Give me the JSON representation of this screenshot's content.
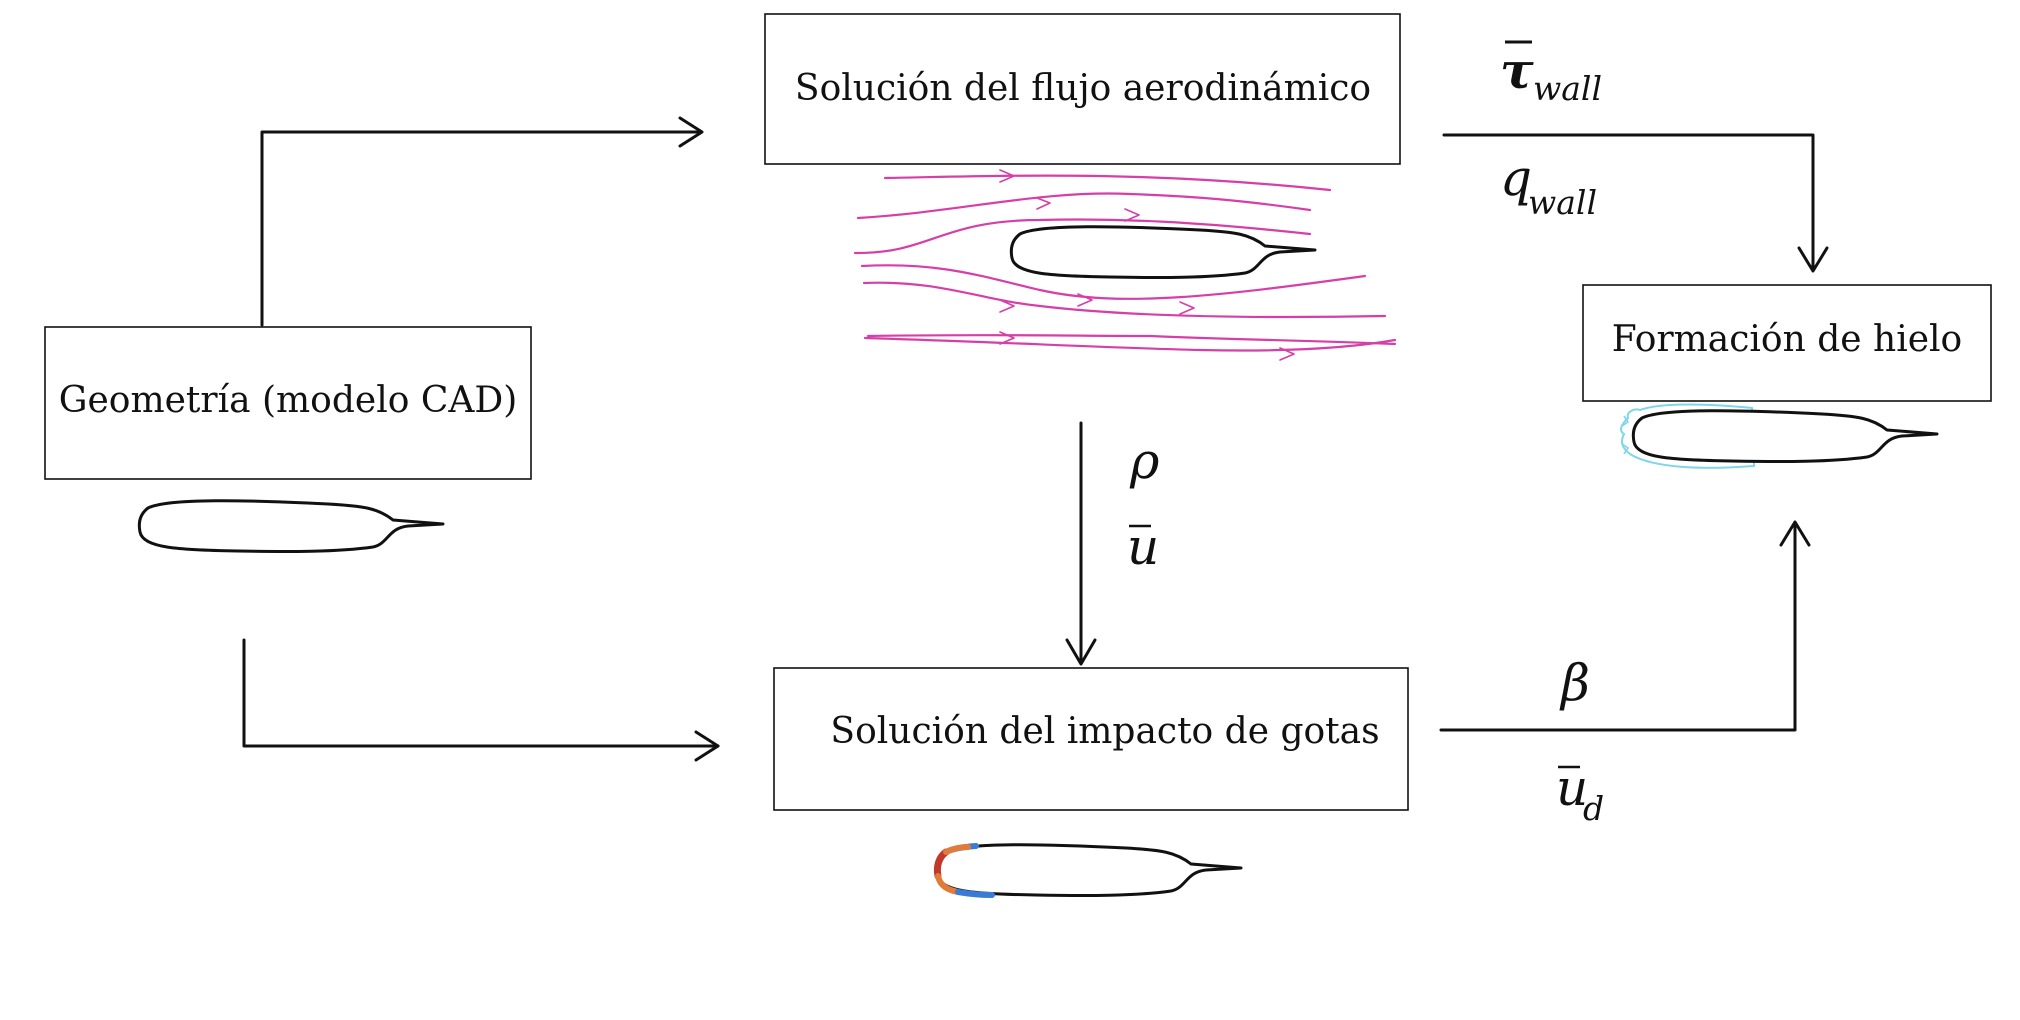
{
  "boxes": {
    "geometry": "Geometría (modelo CAD)",
    "aero": "Solución del flujo aerodinámico",
    "droplet": "Solución del impacto de gotas",
    "ice": "Formación de hielo"
  },
  "variables": {
    "tau": {
      "symbol": "τ",
      "sub": "wall"
    },
    "q": {
      "symbol": "q",
      "sub": "wall"
    },
    "rho": {
      "symbol": "ρ"
    },
    "u": {
      "symbol": "u"
    },
    "beta": {
      "symbol": "β"
    },
    "ud": {
      "symbol": "u",
      "sub": "d"
    }
  },
  "colors": {
    "streamlines": "#d63ea8",
    "ice_accretion": "#7fd6ea",
    "impact_high": "#c0392b",
    "impact_mid": "#e07b39",
    "impact_low": "#3a7bd5"
  }
}
